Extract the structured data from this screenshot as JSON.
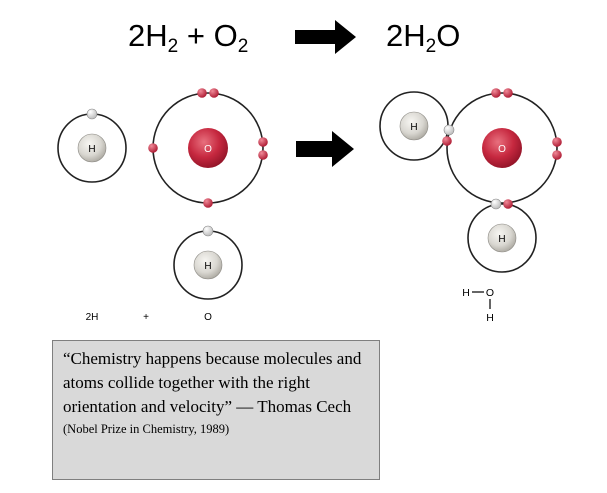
{
  "equation": {
    "reactants": [
      {
        "coef": "2",
        "symbol": "H",
        "sub": "2"
      },
      {
        "sep": " + "
      },
      {
        "coef": "",
        "symbol": "O",
        "sub": "2"
      }
    ],
    "product": {
      "coef": "2",
      "symbol": "H",
      "sub": "2",
      "tail": "O"
    }
  },
  "atoms": {
    "hydrogen_symbol": "H",
    "oxygen_symbol": "O"
  },
  "reactant_labels": {
    "hydrogen": "2H",
    "plus": "+",
    "oxygen": "O"
  },
  "structural_formula": {
    "h_left": "H",
    "bond": "—",
    "o": "O",
    "h_bottom": "H"
  },
  "quote": {
    "text": "“Chemistry happens because molecules and atoms collide together with the right orientation and velocity” — Thomas Cech",
    "attribution": "(Nobel Prize in Chemistry, 1989)"
  },
  "colors": {
    "oxygen_nucleus": "#c6283f",
    "oxygen_electron": "#c6283f",
    "hydrogen_nucleus": "#d9d7d1",
    "hydrogen_electron": "#e3e3e3",
    "orbit": "#222222",
    "arrow": "#000000",
    "quote_background": "#d9d9d9"
  }
}
